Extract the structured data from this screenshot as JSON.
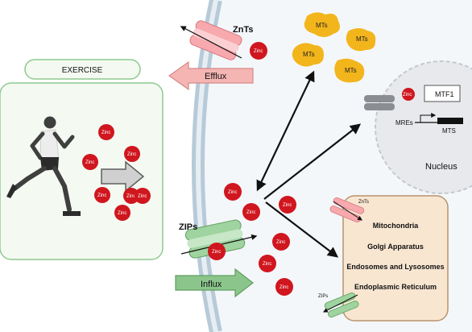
{
  "exercise": {
    "title": "EXERCISE",
    "zinc_label": "Zinc",
    "zinc_count": 7
  },
  "transporters": {
    "znts_label": "ZnTs",
    "efflux_label": "Efflux",
    "zips_label": "ZIPs",
    "influx_label": "Influx"
  },
  "cell": {
    "zinc_label": "Zinc",
    "zinc_count": 9,
    "mt_label": "MTs",
    "mt_count": 4
  },
  "nucleus": {
    "title": "Nucleus",
    "zinc_label": "Zinc",
    "mtf1_label": "MTF1",
    "mres_label": "MREs",
    "mts_label": "MTS"
  },
  "organelles": {
    "znts_label": "ZnTs",
    "zips_label": "ZIPs",
    "items": [
      "Mitochondria",
      "Golgi Apparatus",
      "Endosomes and Lysosomes",
      "Endoplasmic Reticulum"
    ]
  },
  "colors": {
    "zinc": "#d0161e",
    "mt": "#f2b51c",
    "efflux_arrow": "#f4b5b3",
    "influx_arrow": "#8cc58c",
    "znt_transporter": "#f7a9ad",
    "zip_transporter": "#9fd39f",
    "exercise_border": "#8fc98f",
    "exercise_fill": "#f4faf2",
    "organelle_fill": "#f8e6d1",
    "organelle_border": "#b7946d",
    "membrane": "#c9d8e4",
    "nucleus_fill": "#e7e9ec"
  }
}
